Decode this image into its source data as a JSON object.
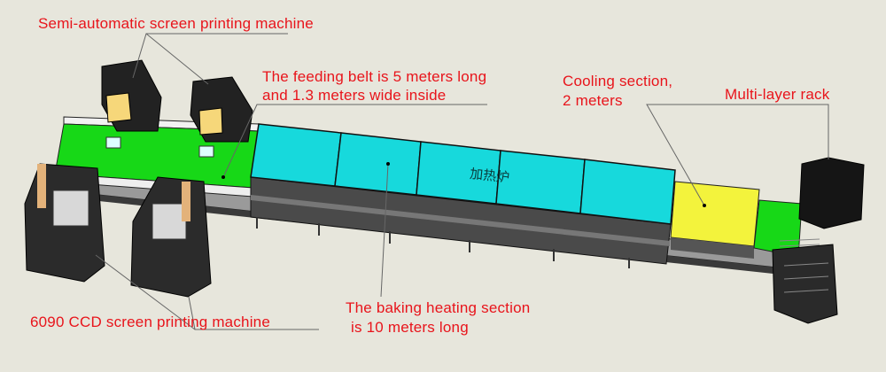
{
  "labels": {
    "semi_auto": "Semi-automatic screen printing machine",
    "feeding_belt_line1": "The feeding belt is 5 meters long",
    "feeding_belt_line2": "and 1.3 meters wide inside",
    "cooling_line1": "Cooling section,",
    "cooling_line2": "2 meters",
    "rack": "Multi-layer rack",
    "ccd": "6090 CCD screen printing machine",
    "baking_line1": "The baking heating section",
    "baking_line2": "is 10 meters long"
  },
  "colors": {
    "background": "#e7e6dc",
    "label": "#e8141b",
    "belt": "#17d817",
    "oven": "#17d9dc",
    "cooling": "#f3f33c",
    "body": "#4a4a4a"
  }
}
